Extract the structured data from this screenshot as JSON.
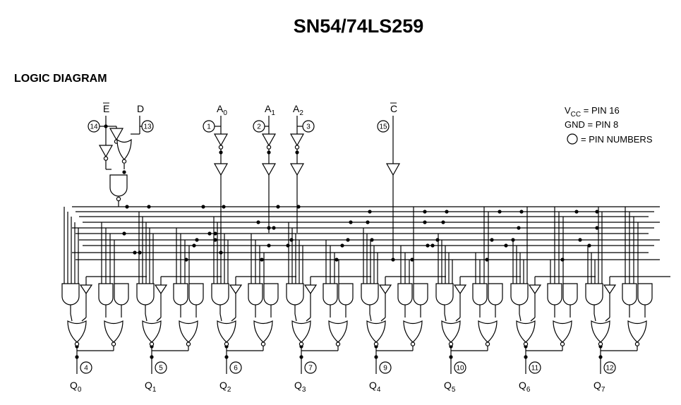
{
  "title": "SN54/74LS259",
  "section": "LOGIC DIAGRAM",
  "legend": {
    "vcc_main": "V",
    "vcc_sub": "CC",
    "vcc_rest": " = PIN 16",
    "gnd": "GND = PIN 8",
    "pins": "= PIN NUMBERS"
  },
  "inputs": [
    {
      "id": "E",
      "main": "E",
      "sub": "",
      "overbar": true,
      "pin": "14"
    },
    {
      "id": "D",
      "main": "D",
      "sub": "",
      "overbar": false,
      "pin": "13"
    },
    {
      "id": "A0",
      "main": "A",
      "sub": "0",
      "overbar": false,
      "pin": "1"
    },
    {
      "id": "A1",
      "main": "A",
      "sub": "1",
      "overbar": false,
      "pin": "2"
    },
    {
      "id": "A2",
      "main": "A",
      "sub": "2",
      "overbar": false,
      "pin": "3"
    },
    {
      "id": "C",
      "main": "C",
      "sub": "",
      "overbar": true,
      "pin": "15"
    }
  ],
  "outputs": [
    {
      "main": "Q",
      "sub": "0",
      "pin": "4"
    },
    {
      "main": "Q",
      "sub": "1",
      "pin": "5"
    },
    {
      "main": "Q",
      "sub": "2",
      "pin": "6"
    },
    {
      "main": "Q",
      "sub": "3",
      "pin": "7"
    },
    {
      "main": "Q",
      "sub": "4",
      "pin": "9"
    },
    {
      "main": "Q",
      "sub": "5",
      "pin": "10"
    },
    {
      "main": "Q",
      "sub": "6",
      "pin": "11"
    },
    {
      "main": "Q",
      "sub": "7",
      "pin": "12"
    }
  ]
}
